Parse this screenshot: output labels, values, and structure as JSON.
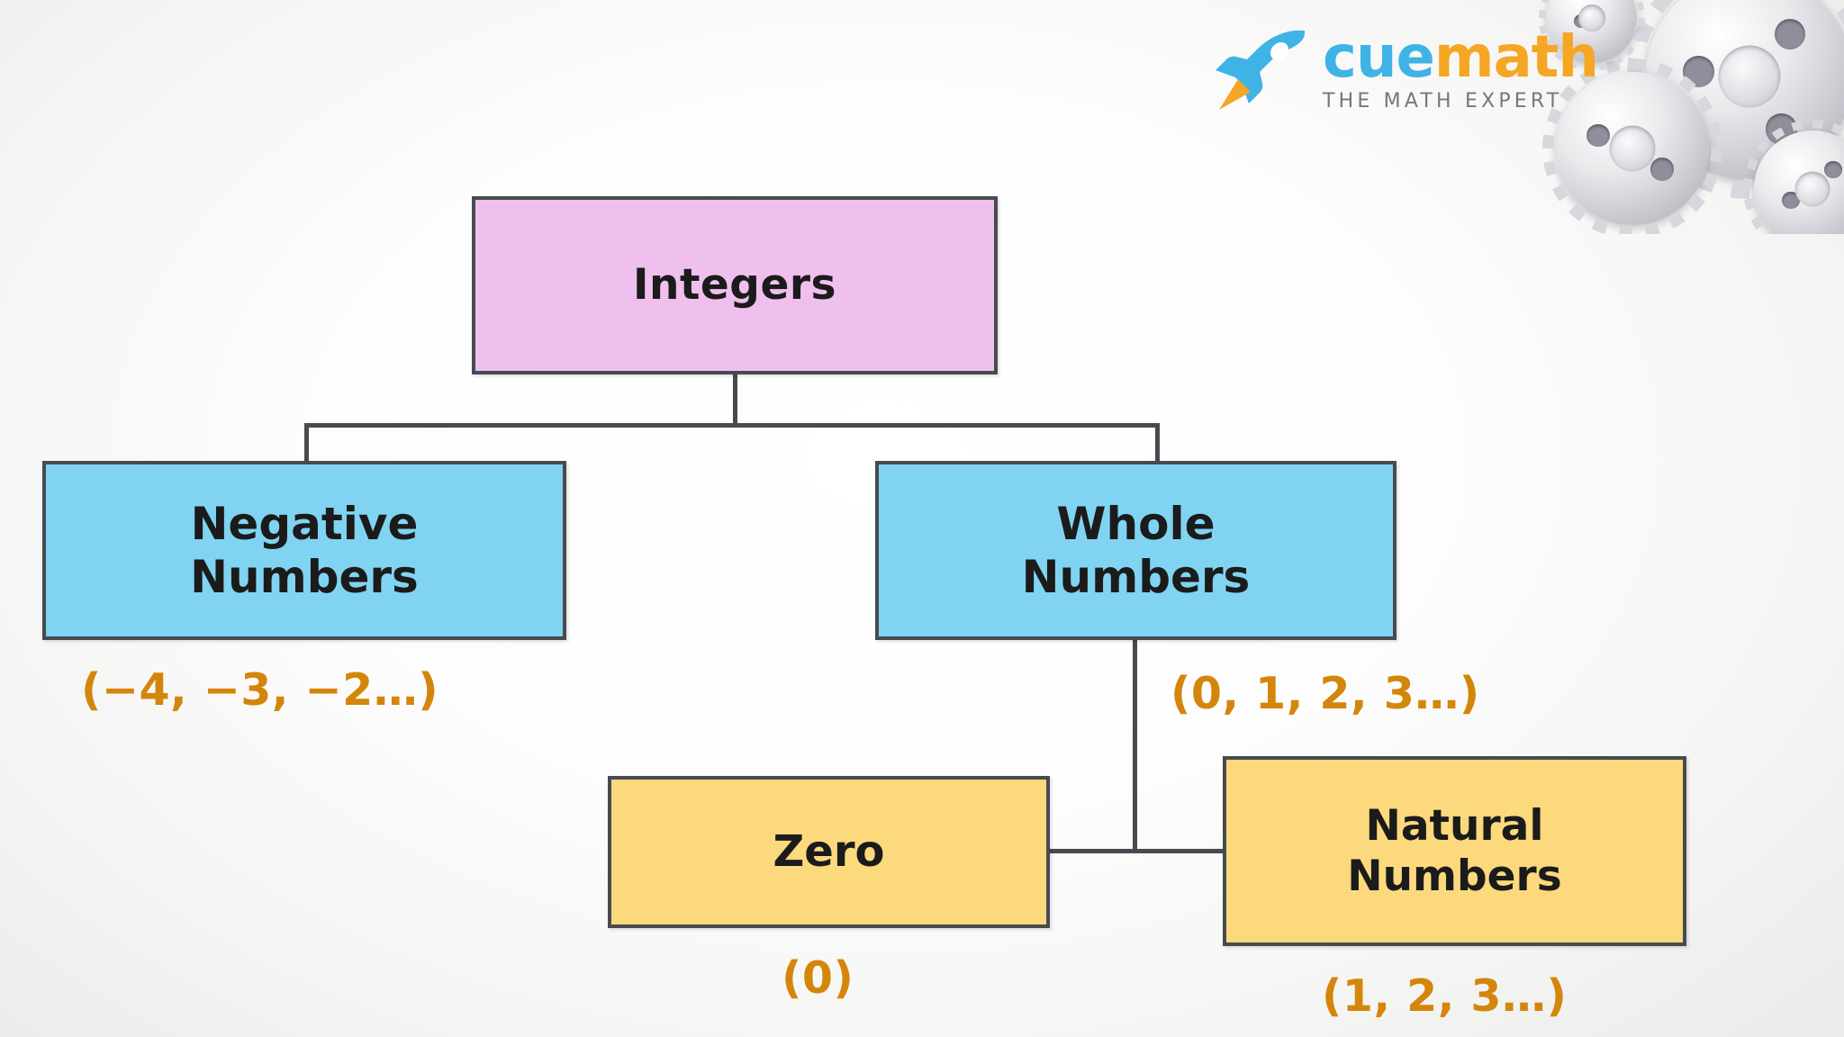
{
  "brand": {
    "logo_icon": "rocket-icon",
    "name_part_1": "cue",
    "name_part_2": "math",
    "tagline": "THE MATH EXPERT",
    "color_cue": "#3fb3e5",
    "color_math": "#f5a623",
    "color_tagline": "#77777a"
  },
  "decoration": {
    "corner_graphic": "gears-image"
  },
  "diagram": {
    "type": "tree",
    "title": "Integers",
    "colors": {
      "root_fill": "#efc0ee",
      "level2_fill": "#80d4f2",
      "level3_fill": "#fcd97c",
      "border": "#474b4f",
      "caption": "#d4860b",
      "text": "#1b1b1b"
    },
    "nodes": [
      {
        "id": "integers",
        "label": "Integers",
        "fill": "#efc0ee",
        "caption": "",
        "level": 1
      },
      {
        "id": "negative-numbers",
        "label": "Negative\nNumbers",
        "fill": "#80d4f2",
        "caption": "(−4, −3, −2…)",
        "level": 2
      },
      {
        "id": "whole-numbers",
        "label": "Whole\nNumbers",
        "fill": "#80d4f2",
        "caption": "(0, 1, 2, 3…)",
        "level": 2
      },
      {
        "id": "zero",
        "label": "Zero",
        "fill": "#fcd97c",
        "caption": "(0)",
        "level": 3
      },
      {
        "id": "natural-numbers",
        "label": "Natural\nNumbers",
        "fill": "#fcd97c",
        "caption": "(1, 2, 3…)",
        "level": 3
      }
    ],
    "edges": [
      {
        "from": "integers",
        "to": "negative-numbers"
      },
      {
        "from": "integers",
        "to": "whole-numbers"
      },
      {
        "from": "whole-numbers",
        "to": "zero"
      },
      {
        "from": "whole-numbers",
        "to": "natural-numbers"
      }
    ]
  }
}
